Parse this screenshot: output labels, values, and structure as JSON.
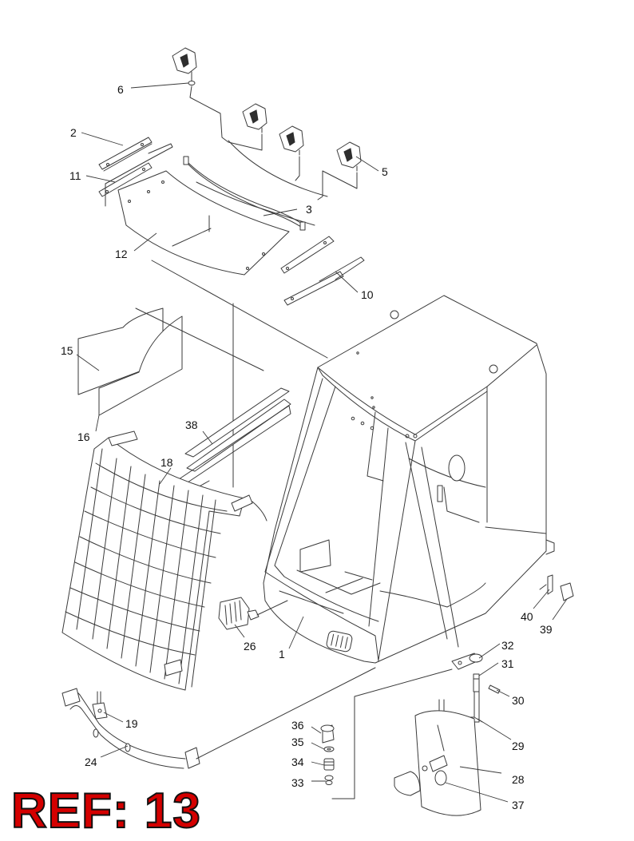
{
  "reference": {
    "label": "REF: 13",
    "color": "#d40000"
  },
  "callouts": {
    "c1": "1",
    "c2": "2",
    "c3": "3",
    "c5": "5",
    "c6": "6",
    "c10": "10",
    "c11": "11",
    "c12": "12",
    "c15": "15",
    "c16": "16",
    "c18": "18",
    "c19": "19",
    "c24": "24",
    "c26": "26",
    "c28": "28",
    "c29": "29",
    "c30": "30",
    "c31": "31",
    "c32": "32",
    "c33": "33",
    "c34": "34",
    "c35": "35",
    "c36": "36",
    "c37": "37",
    "c38": "38",
    "c39": "39",
    "c40": "40"
  }
}
